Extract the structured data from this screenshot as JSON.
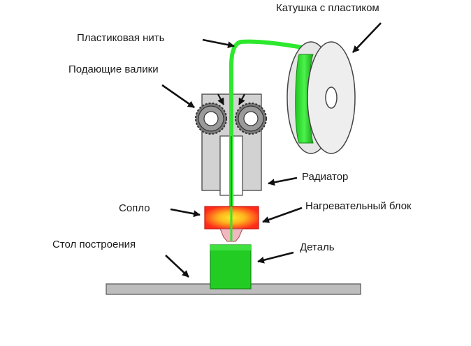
{
  "labels": {
    "spool": "Катушка с пластиком",
    "filament": "Пластиковая нить",
    "feed_rollers": "Подающие валики",
    "radiator": "Радиатор",
    "nozzle": "Сопло",
    "heater_block": "Нагревательный блок",
    "build_table": "Стол построения",
    "part": "Деталь"
  },
  "colors": {
    "filament": "#2ee82e",
    "part": "#1fc61f",
    "radiator": "#cfcfcf",
    "roller": "#8a8a8a",
    "heater_hot": "#ff2a1a",
    "heater_core": "#ffd21f",
    "table": "#b8b8b8",
    "arrow": "#111111"
  }
}
